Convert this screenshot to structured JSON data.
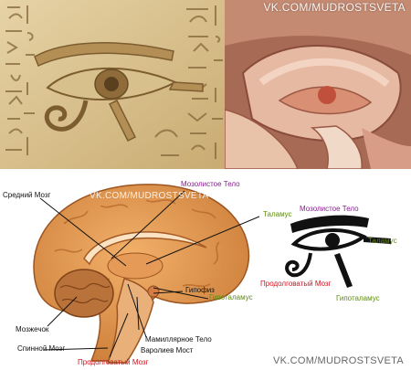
{
  "watermarks": {
    "top": "VK.COM/MUDROSTSVETA",
    "middle": "VK.COM/MUDROSTSVETA",
    "bottom": "VK.COM/MUDROSTSVETA"
  },
  "brain_labels": {
    "midbrain": "Средний Мозг",
    "corpus_callosum": "Мозолистое Тело",
    "thalamus": "Таламус",
    "hypothalamus": "Гипоталамус",
    "pituitary": "Гипофиз",
    "cerebellum": "Мозжечок",
    "mammillary_body": "Мамиллярное Тело",
    "pons": "Варолиев Мост",
    "spinal_cord": "Спинной Мозг",
    "medulla": "Продолговатый Мозг"
  },
  "eye_labels": {
    "corpus_callosum": "Мозолистое Тело",
    "thalamus": "Таламус",
    "medulla": "Продолговатый Мозг",
    "hypothalamus": "Гипоталамус"
  },
  "colors": {
    "purple": "#8a1c8f",
    "green": "#5f8c10",
    "red": "#d0121e",
    "black": "#111111"
  }
}
